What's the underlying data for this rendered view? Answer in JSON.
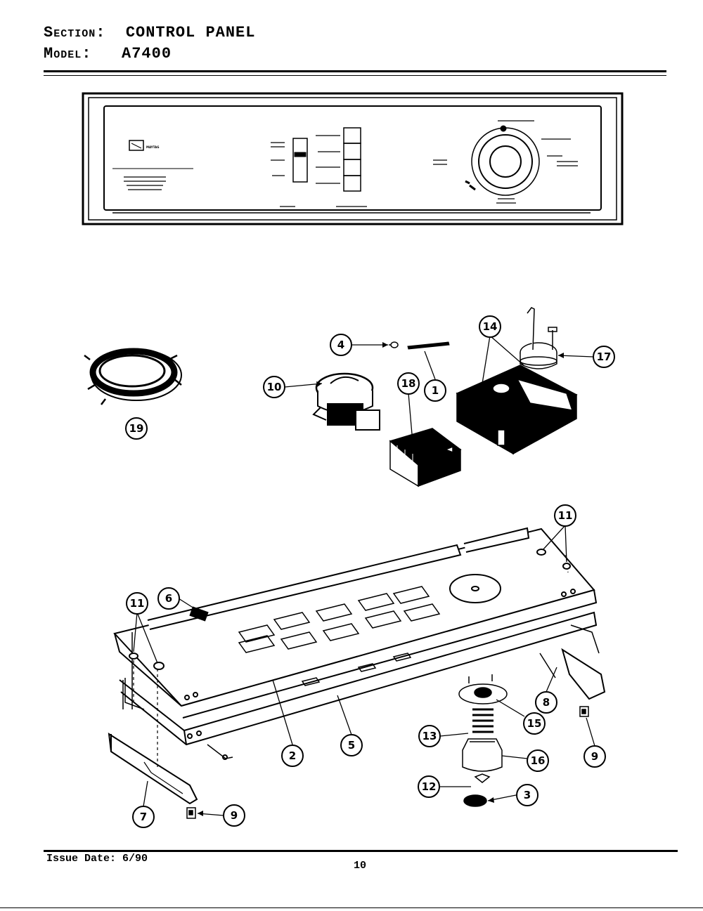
{
  "header": {
    "section_label": "Section:",
    "section_value": "CONTROL PANEL",
    "model_label": "Model:",
    "model_value": "A7400"
  },
  "panel": {
    "brand": "MAYTAG"
  },
  "callouts": [
    "1",
    "2",
    "3",
    "4",
    "5",
    "6",
    "7",
    "8",
    "9",
    "9",
    "10",
    "11",
    "11",
    "12",
    "13",
    "14",
    "15",
    "16",
    "17",
    "18",
    "19"
  ],
  "footer": {
    "issue_date": "Issue Date: 6/90",
    "page_number": "10"
  }
}
